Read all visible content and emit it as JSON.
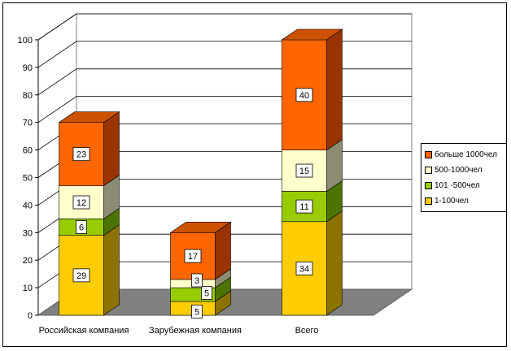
{
  "chart_data": {
    "type": "bar",
    "stacked": true,
    "three_d": true,
    "categories": [
      "Российская компания",
      "Зарубежная компания",
      "Всего"
    ],
    "series": [
      {
        "name": "1-100чел",
        "values": [
          29,
          5,
          34
        ],
        "color": "#FFCC00",
        "side": "#8C7300",
        "top": "#FFE680"
      },
      {
        "name": "101 -500чел",
        "values": [
          6,
          5,
          11
        ],
        "color": "#99CC00",
        "side": "#4D7300",
        "top": "#C4E066"
      },
      {
        "name": "500-1000чел",
        "values": [
          12,
          3,
          15
        ],
        "color": "#FFFFCC",
        "side": "#8C8C73",
        "top": "#FFFFE6"
      },
      {
        "name": "больше 1000чел",
        "values": [
          23,
          17,
          40
        ],
        "color": "#FF6600",
        "side": "#993300",
        "top": "#CC5200"
      }
    ],
    "ylim": [
      0,
      100
    ],
    "yticks": [
      0,
      10,
      20,
      30,
      40,
      50,
      60,
      70,
      80,
      90,
      100
    ],
    "grid": true,
    "legend_position": "right",
    "floor_color": "#808080"
  }
}
